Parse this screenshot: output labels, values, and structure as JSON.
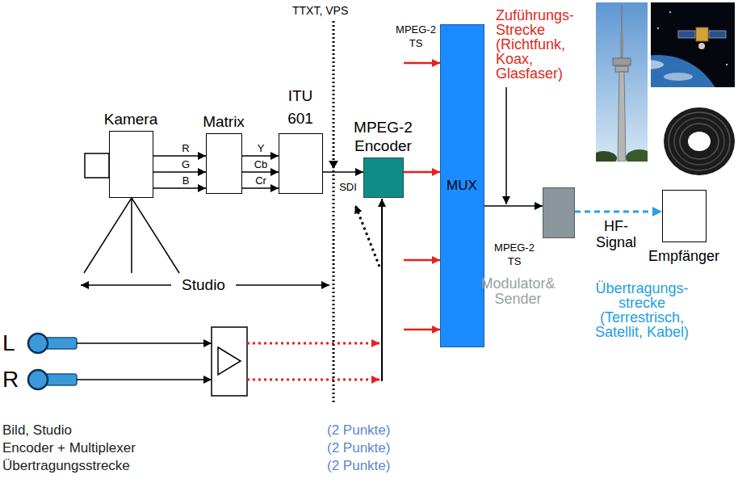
{
  "diagram": {
    "nodes": [
      {
        "text": [
          "Kamera"
        ]
      },
      {
        "text": [
          "Matrix"
        ]
      },
      {
        "text": [
          "ITU 601"
        ]
      },
      {
        "text": [
          "MPEG-2 Encoder"
        ]
      },
      {
        "text": [
          "MUX"
        ]
      },
      {
        "text": [
          "Modulator& Sender"
        ]
      },
      {
        "text": [
          "Empfänger"
        ]
      }
    ],
    "edges": [
      {
        "from": 0,
        "to": 1,
        "label": "R",
        "arrow": "to"
      },
      {
        "from": 0,
        "to": 1,
        "label": "G",
        "arrow": "to"
      },
      {
        "from": 0,
        "to": 1,
        "label": "B",
        "arrow": "to"
      },
      {
        "from": 1,
        "to": 2,
        "label": "Y",
        "arrow": "to"
      },
      {
        "from": 1,
        "to": 2,
        "label": "Cb",
        "arrow": "to"
      },
      {
        "from": 1,
        "to": 2,
        "label": "Cr",
        "arrow": "to"
      },
      {
        "from": 2,
        "to": 3,
        "label": "SDI",
        "arrow": "to"
      },
      {
        "from": 3,
        "to": 4,
        "arrow": "to"
      },
      {
        "from": 4,
        "to": 5,
        "label": "MPEG-2 TS",
        "arrow": "to"
      },
      {
        "from": 5,
        "to": 6,
        "label": "HF- Signal",
        "arrow": "to"
      }
    ],
    "labels": [
      "TTXT, VPS",
      "MPEG-2 TS",
      "Zuführungs- Strecke (Richtfunk, Koax, Glasfaser)",
      "Studio",
      "L",
      "R",
      "Übertragungs- strecke (Terrestrisch, Satellit, Kabel)",
      "Bild, Studio",
      "(2 Punkte)",
      "Encoder + Multiplexer",
      "(2 Punkte)",
      "Übertragungsstrecke",
      "(2 Punkte)"
    ]
  }
}
